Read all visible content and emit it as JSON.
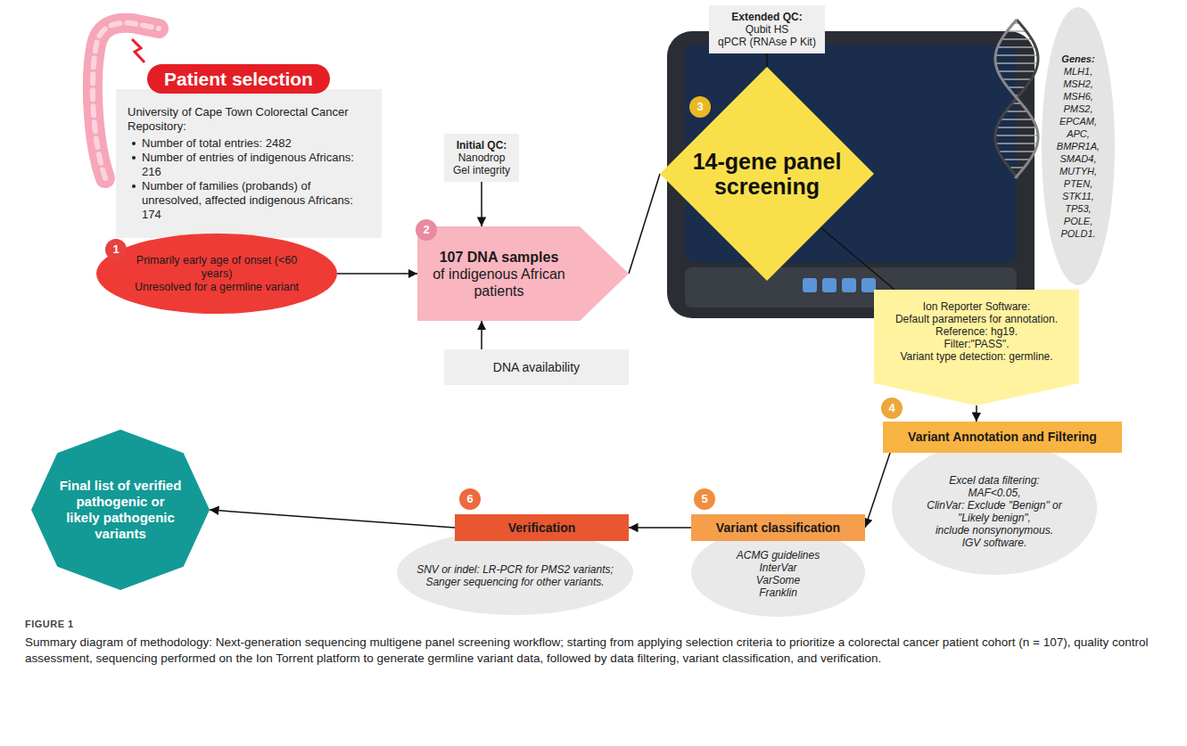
{
  "diagram": {
    "caption": "Summary diagram of methodology: Next-generation sequencing multigene panel screening workflow; starting from applying selection criteria to prioritize a colorectal cancer patient cohort (n = 107), quality control assessment, sequencing performed on the Ion Torrent platform to generate germline variant data, followed by data filtering, variant classification, and verification.",
    "nodes": [
      {
        "text": [
          "Patient selection"
        ]
      },
      {
        "text": [
          "University of Cape Town Colorectal Cancer Repository:",
          "Number of total entries: 2482",
          "Number of entries of indigenous Africans: 216",
          "Number of families (probands) of unresolved, affected indigenous Africans: 174"
        ]
      },
      {
        "text": [
          "Primarily early age of onset (<60 years)",
          "Unresolved for a germline variant"
        ]
      },
      {
        "text": [
          "Initial QC:",
          "Nanodrop",
          "Gel integrity"
        ]
      },
      {
        "text": [
          "107 DNA samples",
          "of indigenous African patients"
        ]
      },
      {
        "text": [
          "DNA availability"
        ]
      },
      {
        "text": [
          "Extended QC:",
          "Qubit HS",
          "qPCR (RNAse P Kit)"
        ]
      },
      {
        "text": [
          "14-gene panel screening"
        ]
      },
      {
        "text": [
          "Genes:",
          "MLH1, MSH2, MSH6, PMS2, EPCAM, APC, BMPR1A, SMAD4, MUTYH, PTEN, STK11, TP53, POLE, POLD1."
        ]
      },
      {
        "text": [
          "Ion Reporter Software:",
          "Default parameters for annotation.",
          "Reference: hg19.",
          "Filter:\"PASS\".",
          "Variant type detection: germline."
        ]
      },
      {
        "text": [
          "Variant Annotation and Filtering"
        ]
      },
      {
        "text": [
          "Excel data filtering:",
          "MAF<0.05,",
          "ClinVar: Exclude \"Benign\" or \"Likely benign\",",
          "include nonsynonymous.",
          "IGV software."
        ]
      },
      {
        "text": [
          "Variant classification"
        ]
      },
      {
        "text": [
          "ACMG guidelines",
          "InterVar",
          "VarSome",
          "Franklin"
        ]
      },
      {
        "text": [
          "Verification"
        ]
      },
      {
        "text": [
          "SNV or indel: LR-PCR for PMS2 variants;",
          "Sanger sequencing for other variants."
        ]
      },
      {
        "text": [
          "Final list of verified pathogenic or likely pathogenic variants"
        ]
      }
    ],
    "edges": [
      {
        "from": 2,
        "to": 4,
        "arrow": "to"
      },
      {
        "from": 3,
        "to": 4,
        "arrow": "to"
      },
      {
        "from": 5,
        "to": 4,
        "arrow": "to"
      },
      {
        "from": 4,
        "to": 7,
        "arrow": "none"
      },
      {
        "from": 6,
        "to": 7,
        "arrow": "none"
      },
      {
        "from": 7,
        "to": 9,
        "arrow": "none"
      },
      {
        "from": 9,
        "to": 10,
        "arrow": "to"
      },
      {
        "from": 10,
        "to": 12,
        "arrow": "to"
      },
      {
        "from": 12,
        "to": 14,
        "arrow": "to"
      },
      {
        "from": 14,
        "to": 16,
        "arrow": "to"
      }
    ],
    "labels": [
      "1",
      "2",
      "3",
      "4",
      "5",
      "6",
      "FIGURE 1"
    ]
  }
}
